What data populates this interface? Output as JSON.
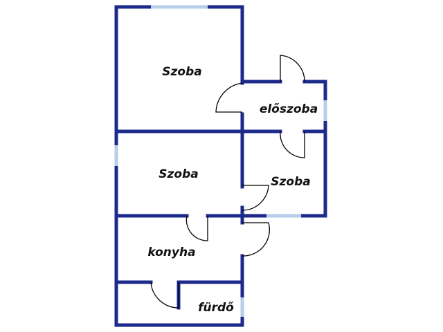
{
  "colors": {
    "wall": "#1c2a8c",
    "window": "#b8cdea",
    "door_arc": "#000000",
    "background": "#ffffff"
  },
  "rooms": [
    {
      "id": "szoba_1",
      "label": "Szoba"
    },
    {
      "id": "eloszoba",
      "label": "előszoba"
    },
    {
      "id": "szoba_2",
      "label": "Szoba"
    },
    {
      "id": "szoba_3",
      "label": "Szoba"
    },
    {
      "id": "konyha",
      "label": "konyha"
    },
    {
      "id": "furdo",
      "label": "fürdő"
    }
  ]
}
